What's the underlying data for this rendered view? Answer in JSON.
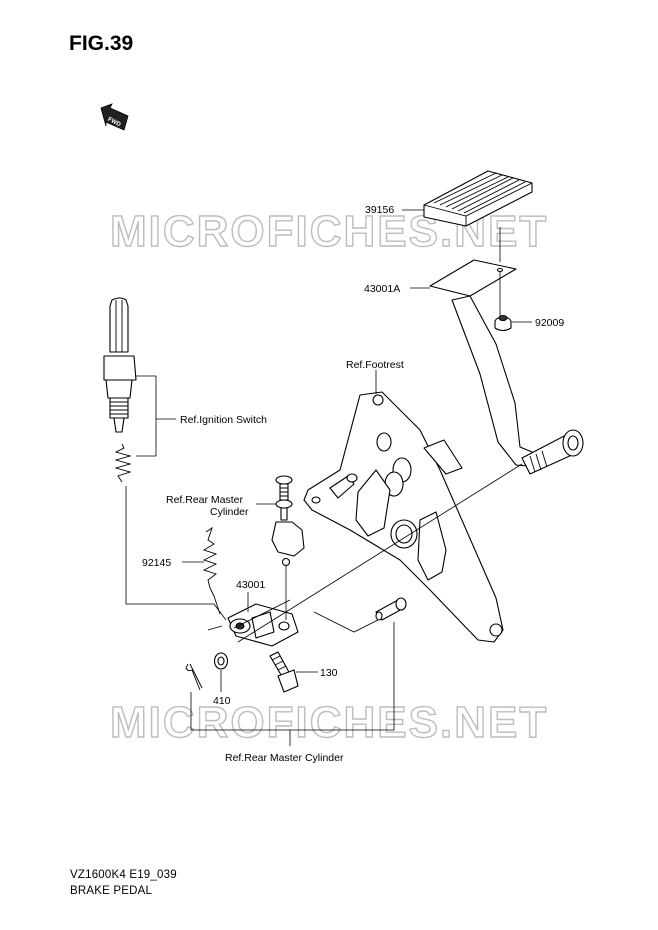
{
  "figure": {
    "title": "FIG.39",
    "fwd_label": "FWD"
  },
  "watermarks": [
    "MICROFICHES.NET",
    "MICROFICHES.NET"
  ],
  "labels": {
    "p39156": "39156",
    "p43001A": "43001A",
    "p92009": "92009",
    "ref_footrest": "Ref.Footrest",
    "ref_ignition": "Ref.Ignition Switch",
    "ref_master_1": "Ref.Rear Master",
    "ref_master_2": "Cylinder",
    "p92145": "92145",
    "p43001": "43001",
    "p130": "130",
    "p410": "410",
    "ref_master_cyl": "Ref.Rear Master Cylinder"
  },
  "footer": {
    "model": "VZ1600K4 E19_039",
    "section": "BRAKE PEDAL"
  }
}
